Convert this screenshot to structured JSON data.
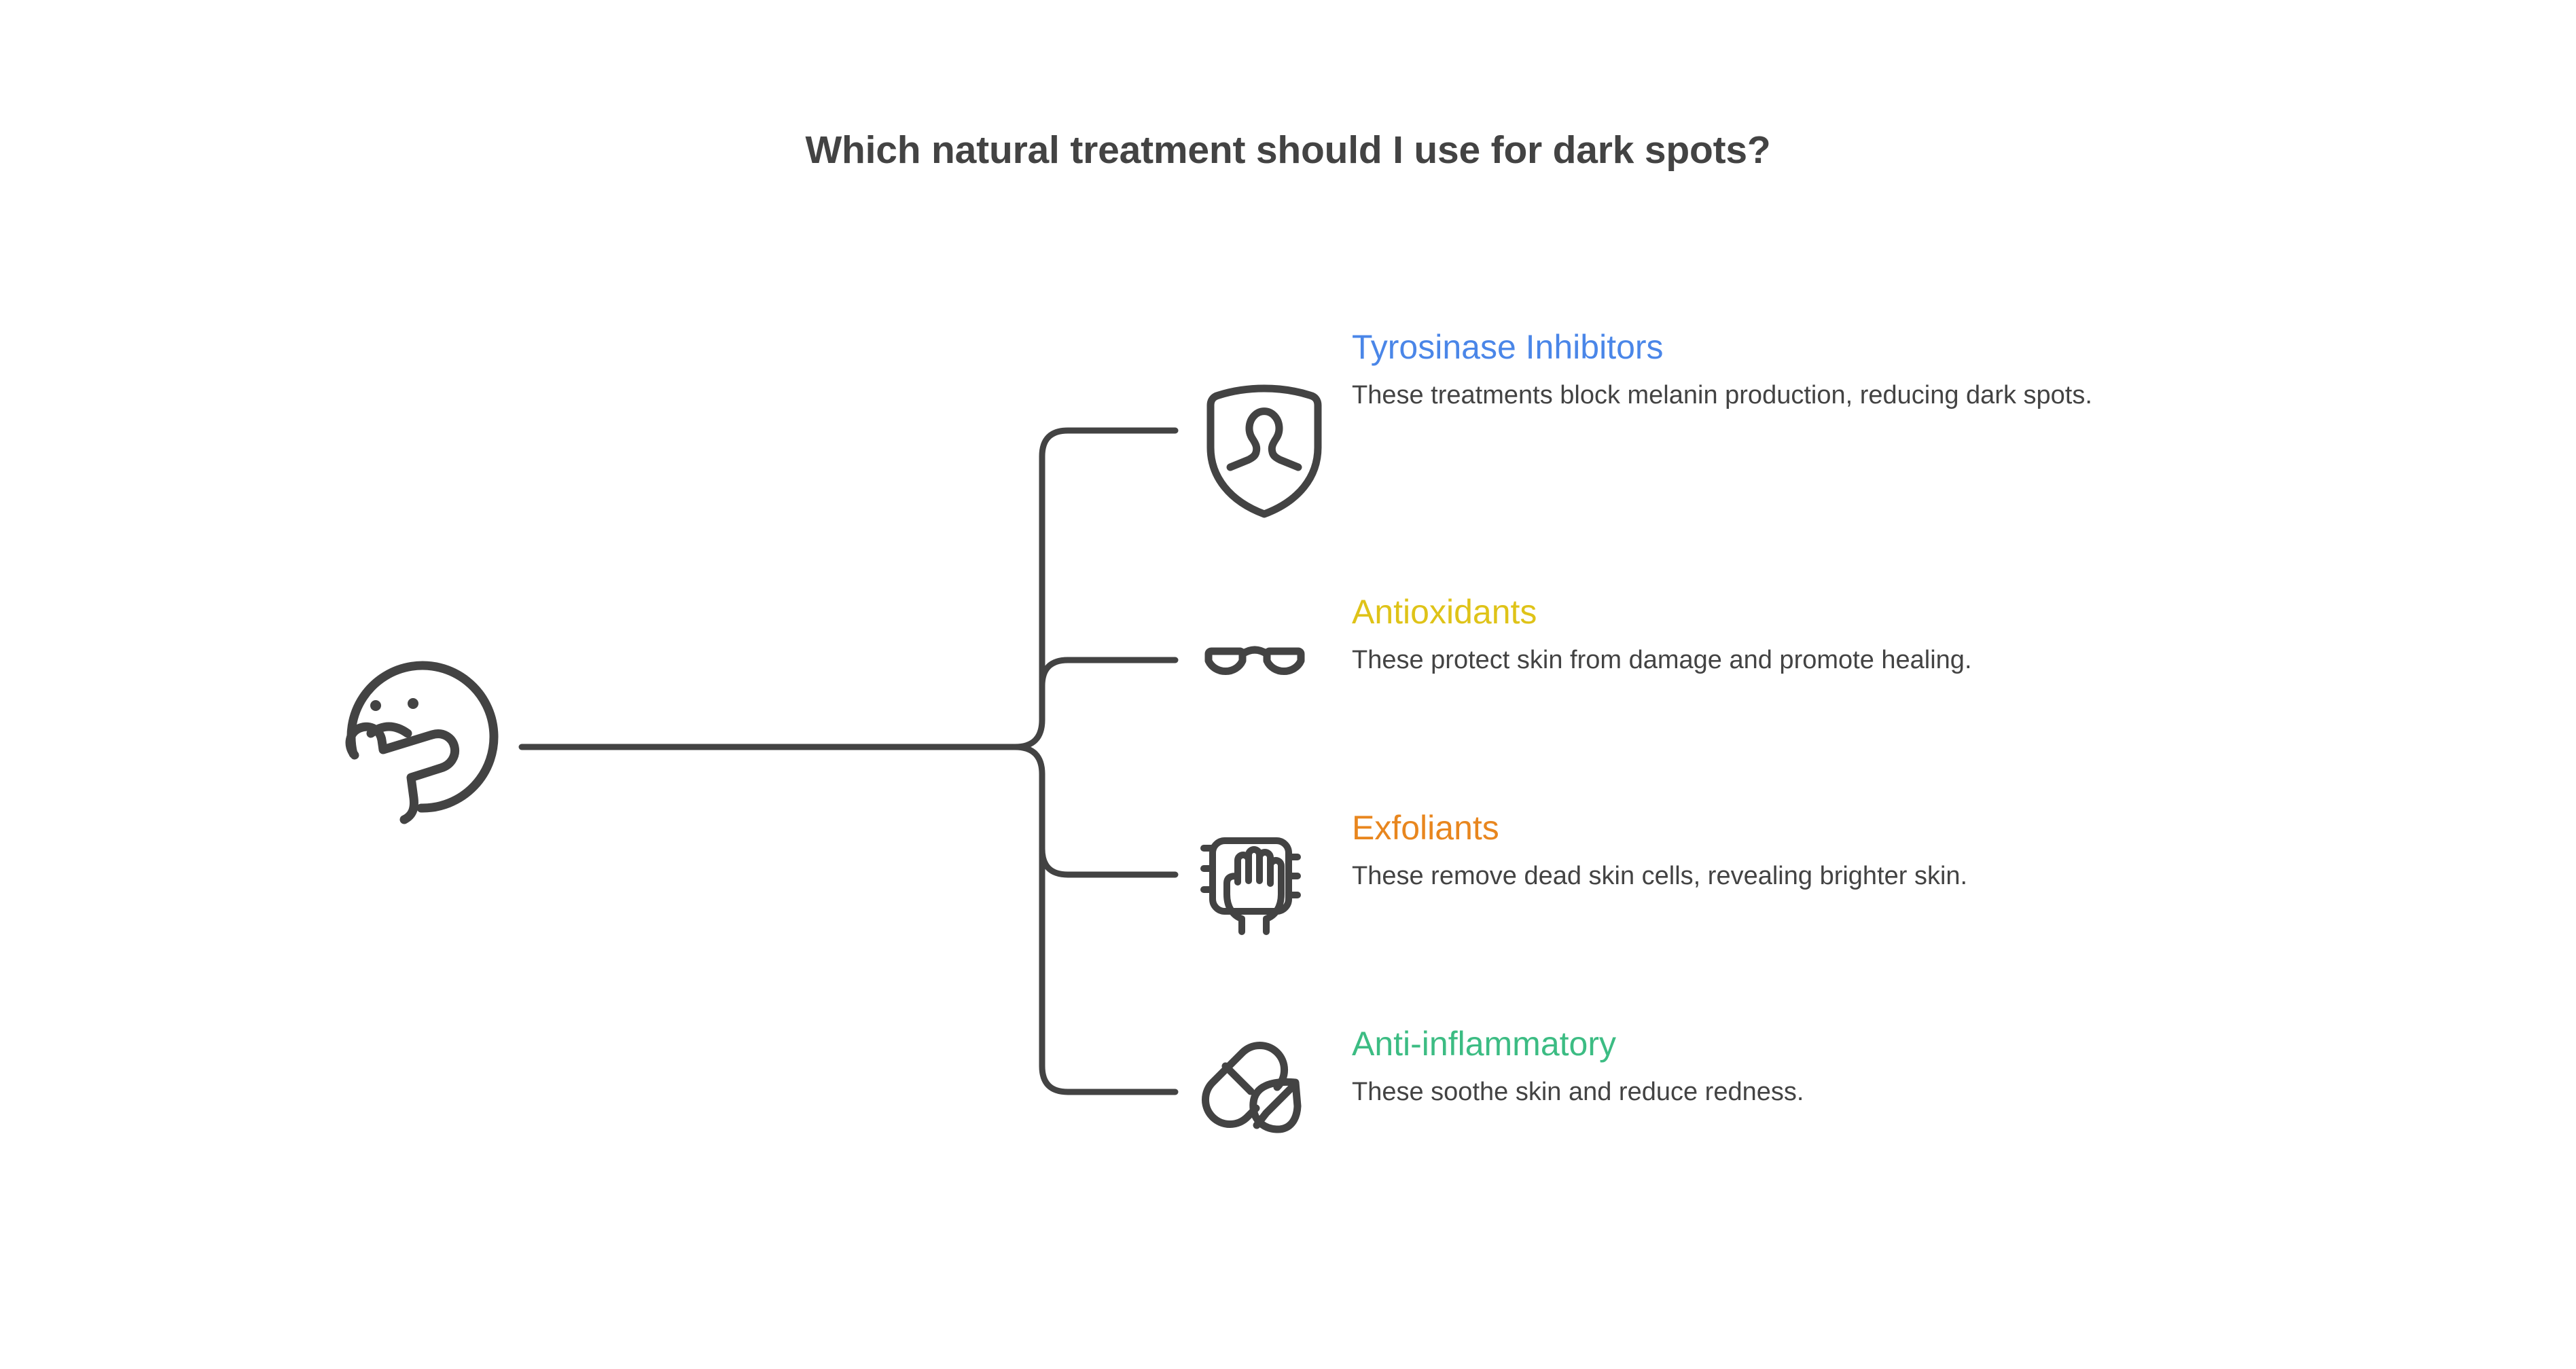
{
  "page": {
    "title": "Which natural treatment should I use for dark spots?",
    "background_color": "#ffffff",
    "line_color": "#434343",
    "body_text_color": "#434343"
  },
  "root": {
    "icon": "thinking-face-icon",
    "label": "Which natural treatment should I use for dark spots?"
  },
  "chart_data": {
    "type": "diagram",
    "layout": "horizontal-mind-map",
    "title": "Which natural treatment should I use for dark spots?",
    "root_node": "thinking-face",
    "branch_count": 4,
    "branches": [
      {
        "title": "Tyrosinase Inhibitors",
        "description": "These treatments block melanin production, reducing dark spots.",
        "color": "#4a86e8",
        "icon": "shield-person-icon"
      },
      {
        "title": "Antioxidants",
        "description": "These protect skin from damage and promote healing.",
        "color": "#dfc318",
        "icon": "glasses-icon"
      },
      {
        "title": "Exfoliants",
        "description": "These remove dead skin cells, revealing brighter skin.",
        "color": "#e8861e",
        "icon": "hand-scrub-icon"
      },
      {
        "title": "Anti-inflammatory",
        "description": "These soothe skin and reduce redness.",
        "color": "#3cbc83",
        "icon": "pill-leaf-icon"
      }
    ]
  }
}
